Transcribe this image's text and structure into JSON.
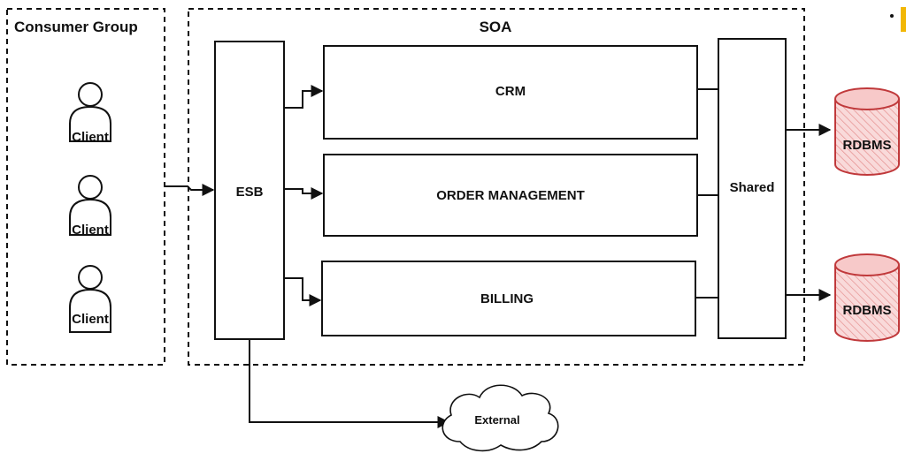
{
  "consumer_group": {
    "title": "Consumer Group",
    "clients": [
      "Client",
      "Client",
      "Client"
    ]
  },
  "soa": {
    "title": "SOA",
    "esb": "ESB",
    "services": [
      "CRM",
      "ORDER MANAGEMENT",
      "BILLING"
    ],
    "shared": "Shared"
  },
  "databases": [
    "RDBMS",
    "RDBMS"
  ],
  "external": "External",
  "colors": {
    "line": "#111111",
    "db_fill": "#f7c9c9",
    "db_stroke": "#c0393b",
    "accent_yellow": "#f2b705"
  }
}
